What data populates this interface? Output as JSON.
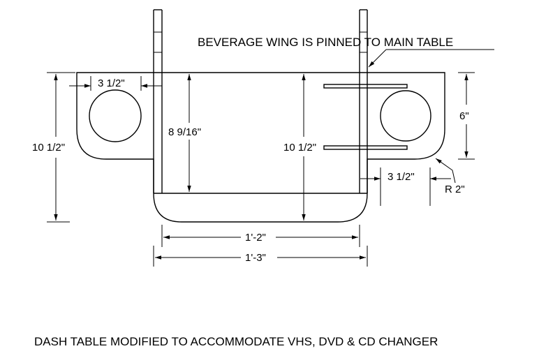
{
  "title": "DASH TABLE MODIFIED TO ACCOMMODATE VHS, DVD & CD CHANGER",
  "callout": "BEVERAGE WING IS PINNED TO MAIN TABLE",
  "dimensions": {
    "left_hole_width": "3 1/2\"",
    "left_height": "10 1/2\"",
    "inner_height": "8 9/16\"",
    "center_height": "10 1/2\"",
    "right_hole_height": "6\"",
    "right_hole_offset": "3 1/2\"",
    "corner_radius": "R 2\"",
    "inner_width": "1'-2\"",
    "outer_width": "1'-3\""
  },
  "colors": {
    "line": "#000000",
    "background": "#ffffff"
  }
}
